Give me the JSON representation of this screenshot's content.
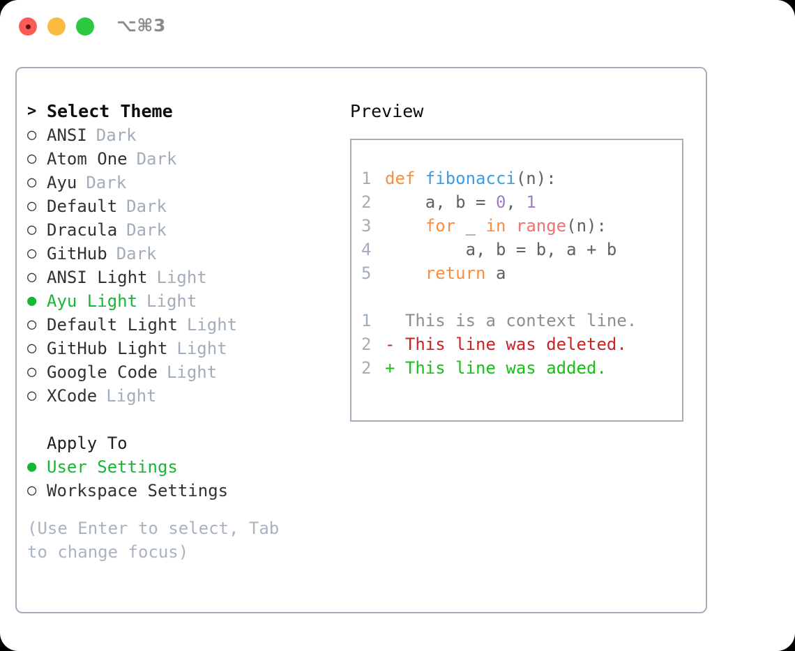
{
  "window": {
    "shortcut": "⌥⌘3",
    "traffic_lights": [
      "close-red",
      "minimize-yellow",
      "zoom-green"
    ]
  },
  "theme_picker": {
    "heading_marker": ">",
    "heading": "Select Theme",
    "marker_unselected": "○",
    "marker_selected": "●",
    "items": [
      {
        "marker": "○",
        "label": "ANSI",
        "badge": "Dark",
        "selected": false
      },
      {
        "marker": "○",
        "label": "Atom One",
        "badge": "Dark",
        "selected": false
      },
      {
        "marker": "○",
        "label": "Ayu",
        "badge": "Dark",
        "selected": false
      },
      {
        "marker": "○",
        "label": "Default",
        "badge": "Dark",
        "selected": false
      },
      {
        "marker": "○",
        "label": "Dracula",
        "badge": "Dark",
        "selected": false
      },
      {
        "marker": "○",
        "label": "GitHub",
        "badge": "Dark",
        "selected": false
      },
      {
        "marker": "○",
        "label": "ANSI Light",
        "badge": "Light",
        "selected": false
      },
      {
        "marker": "●",
        "label": "Ayu Light",
        "badge": "Light",
        "selected": true
      },
      {
        "marker": "○",
        "label": "Default Light",
        "badge": "Light",
        "selected": false
      },
      {
        "marker": "○",
        "label": "GitHub Light",
        "badge": "Light",
        "selected": false
      },
      {
        "marker": "○",
        "label": "Google Code",
        "badge": "Light",
        "selected": false
      },
      {
        "marker": "○",
        "label": "XCode",
        "badge": "Light",
        "selected": false
      }
    ]
  },
  "apply_to": {
    "heading": "Apply To",
    "options": [
      {
        "marker": "●",
        "label": "User Settings",
        "selected": true
      },
      {
        "marker": "○",
        "label": "Workspace Settings",
        "selected": false
      }
    ]
  },
  "hint": "(Use Enter to select, Tab to change focus)",
  "preview": {
    "title": "Preview",
    "code_lines": [
      {
        "num": "1",
        "tokens": [
          {
            "text": "def ",
            "kind": "keyword"
          },
          {
            "text": "fibonacci",
            "kind": "function"
          },
          {
            "text": "(n):",
            "kind": "punct"
          }
        ]
      },
      {
        "num": "2",
        "tokens": [
          {
            "text": "    a, b = ",
            "kind": "text"
          },
          {
            "text": "0",
            "kind": "number"
          },
          {
            "text": ", ",
            "kind": "text"
          },
          {
            "text": "1",
            "kind": "number"
          }
        ]
      },
      {
        "num": "3",
        "tokens": [
          {
            "text": "    ",
            "kind": "text"
          },
          {
            "text": "for",
            "kind": "keyword"
          },
          {
            "text": " _ ",
            "kind": "text"
          },
          {
            "text": "in",
            "kind": "keyword"
          },
          {
            "text": " ",
            "kind": "text"
          },
          {
            "text": "range",
            "kind": "builtin"
          },
          {
            "text": "(n):",
            "kind": "punct"
          }
        ]
      },
      {
        "num": "4",
        "tokens": [
          {
            "text": "        a, b = b, a + b",
            "kind": "text"
          }
        ]
      },
      {
        "num": "5",
        "tokens": [
          {
            "text": "    ",
            "kind": "text"
          },
          {
            "text": "return",
            "kind": "keyword"
          },
          {
            "text": " a",
            "kind": "text"
          }
        ]
      }
    ],
    "diff_lines": [
      {
        "num": "1",
        "sign": "  ",
        "text": "This is a context line.",
        "kind": "context"
      },
      {
        "num": "2",
        "sign": "- ",
        "text": "This line was deleted.",
        "kind": "deleted"
      },
      {
        "num": "2",
        "sign": "+ ",
        "text": "This line was added.",
        "kind": "added"
      }
    ]
  },
  "colors": {
    "accent_green": "#15b832",
    "muted": "#a1adba",
    "border": "#a3aeba",
    "keyword": "#fa8d3e",
    "function": "#399ee6",
    "builtin": "#f07171",
    "number": "#a37acc",
    "code_text": "#5c6166",
    "diff_deleted": "#cc2222",
    "diff_added": "#16c116",
    "diff_context": "#8a8f94"
  }
}
